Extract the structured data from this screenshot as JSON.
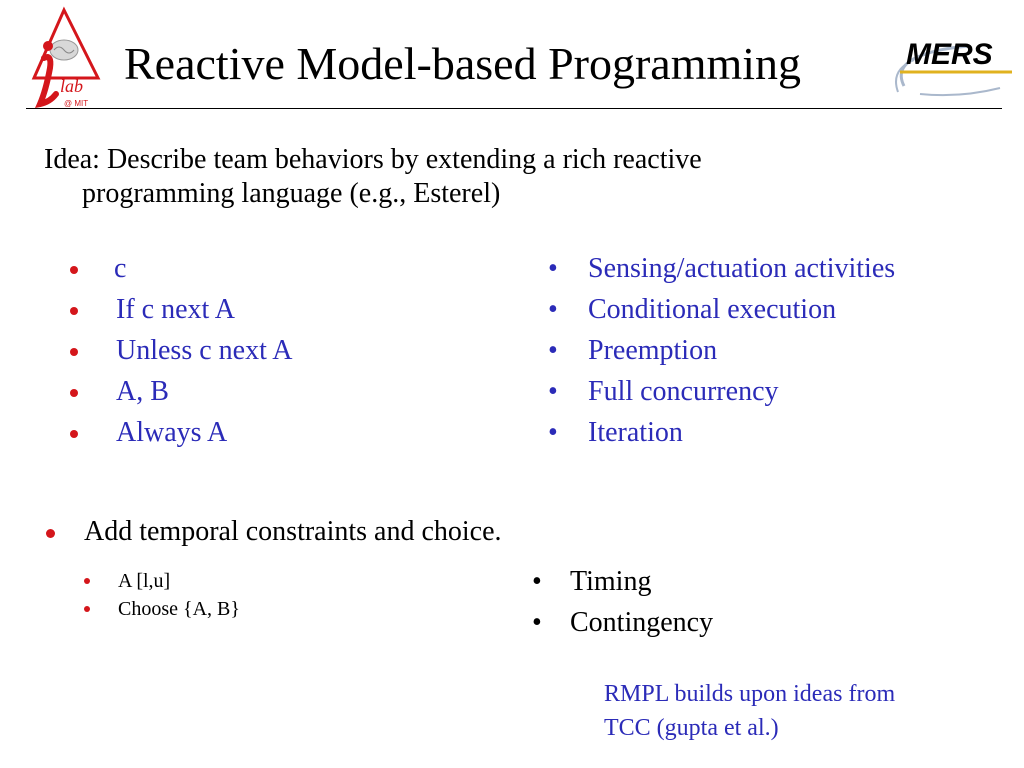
{
  "slide": {
    "title": "Reactive Model-based Programming",
    "idea_line1": "Idea: Describe team behaviors by extending a rich reactive",
    "idea_line2": "programming language (e.g., Esterel)",
    "left_constructs": [
      "c",
      "If c next A",
      "Unless c next A",
      "A, B",
      "Always A"
    ],
    "right_features": [
      "Sensing/actuation activities",
      "Conditional execution",
      "Preemption",
      "Full concurrency",
      "Iteration"
    ],
    "add_text": "Add temporal constraints and choice.",
    "temporal_constructs": [
      "A [l,u]",
      "Choose {A, B}"
    ],
    "temporal_features": [
      "Timing",
      "Contingency"
    ],
    "note_line1": "RMPL  builds upon ideas from",
    "note_line2": "TCC (gupta et al.)",
    "bullet_char": "•"
  },
  "logos": {
    "ilab_text": "lab",
    "ilab_sub": "@ MIT",
    "mers_text": "MERS"
  },
  "colors": {
    "blue_text": "#2b2bb8",
    "red_bullet": "#d4161b",
    "mers_blue": "#1a3f86",
    "mers_gold": "#e0b21f"
  }
}
